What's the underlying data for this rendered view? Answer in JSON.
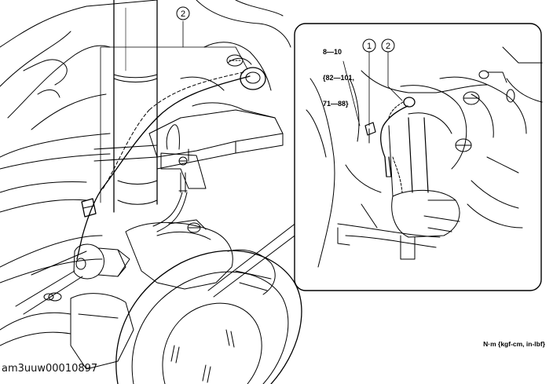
{
  "callouts": {
    "main_2": "2",
    "detail_1": "1",
    "detail_2": "2"
  },
  "torque_spec": {
    "line1": "8—10",
    "line2": "{82—101,",
    "line3": "71—88}"
  },
  "units_note": "N·m {kgf-cm, in-lbf}",
  "figure_id": "am3uuw00010897"
}
